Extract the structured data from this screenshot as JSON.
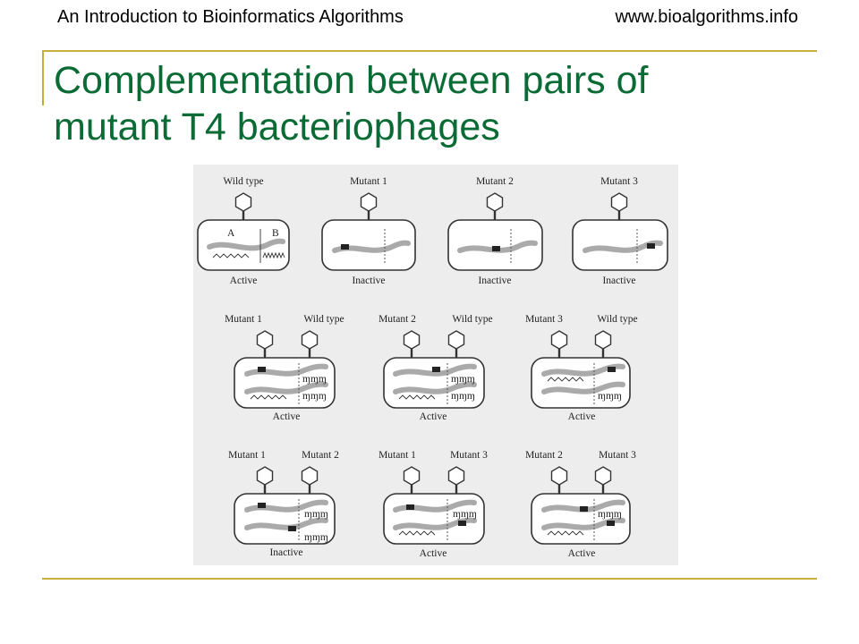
{
  "header": {
    "left": "An Introduction to Bioinformatics Algorithms",
    "right": "www.bioalgorithms.info"
  },
  "title": {
    "line1": "Complementation between pairs of",
    "line2": "mutant T4 bacteriophages"
  },
  "figure": {
    "gene_labels": {
      "a": "A",
      "b": "B"
    },
    "row1": [
      {
        "name": "Wild type",
        "status": "Active"
      },
      {
        "name": "Mutant 1",
        "status": "Inactive"
      },
      {
        "name": "Mutant 2",
        "status": "Inactive"
      },
      {
        "name": "Mutant 3",
        "status": "Inactive"
      }
    ],
    "row2": [
      {
        "left": "Mutant 1",
        "right": "Wild type",
        "status": "Active"
      },
      {
        "left": "Mutant 2",
        "right": "Wild type",
        "status": "Active"
      },
      {
        "left": "Mutant 3",
        "right": "Wild type",
        "status": "Active"
      }
    ],
    "row3": [
      {
        "left": "Mutant 1",
        "right": "Mutant 2",
        "status": "Inactive"
      },
      {
        "left": "Mutant 1",
        "right": "Mutant 3",
        "status": "Active"
      },
      {
        "left": "Mutant 2",
        "right": "Mutant 3",
        "status": "Active"
      }
    ]
  }
}
